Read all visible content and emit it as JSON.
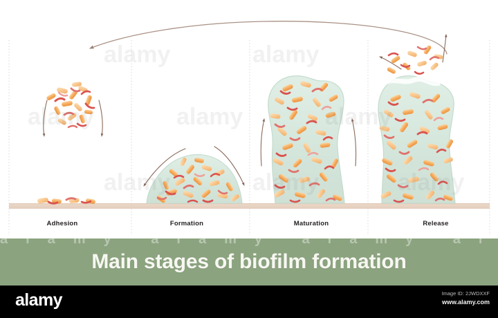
{
  "banner": {
    "title": "Main stages of biofilm formation",
    "background_color": "#8ba37f",
    "text_color": "#f7f7f2",
    "watermark_text": "alamy  alamy  alamy  alamy  alamy  alamy"
  },
  "footer": {
    "logo": "alamy",
    "image_id_label": "Image ID: 2JWDXXF",
    "website": "www.alamy.com",
    "background_color": "#000000"
  },
  "watermark": {
    "text": "alamy",
    "opacity": "0.10"
  },
  "illustration": {
    "substrate_color": "#e8d5c4",
    "matrix_color": "#d4e5da",
    "matrix_edge_color": "#bcd7c8",
    "bacteria_rod_color": "#f5a95a",
    "bacteria_rod_light": "#f8c98c",
    "bacteria_curve_color": "#d9534f",
    "bacteria_curve_light": "#e8857f",
    "arrow_color": "#8a6a5a",
    "divider_color": "#d9d9d9",
    "background_color": "#ffffff",
    "top_arrow_description": "long curved arrow sweeping from the Release stage back to the Adhesion stage"
  },
  "stages": [
    {
      "index": 1,
      "label": "Adhesion",
      "description": "free-floating planktonic bacteria descend and attach to the surface"
    },
    {
      "index": 2,
      "label": "Formation",
      "description": "bacteria multiply and secrete a low mound of extracellular matrix"
    },
    {
      "index": 3,
      "label": "Maturation",
      "description": "the biofilm grows into a tall mushroom-shaped three-dimensional structure"
    },
    {
      "index": 4,
      "label": "Release",
      "description": "cells disperse from the mature biofilm and are released back into the environment"
    }
  ]
}
